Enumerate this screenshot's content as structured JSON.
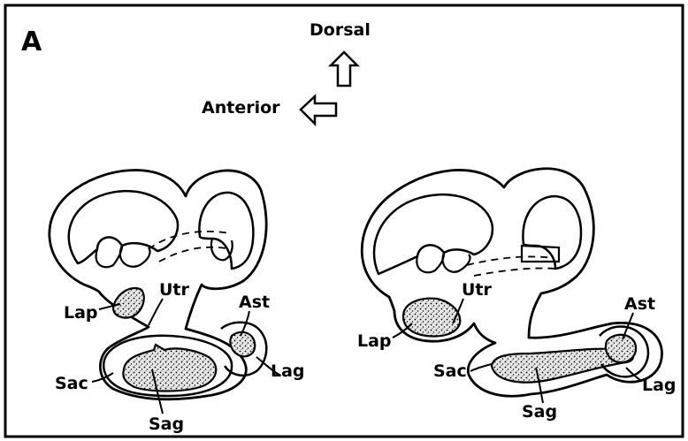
{
  "panel_label": "A",
  "orientation": {
    "dorsal": "Dorsal",
    "anterior": "Anterior"
  },
  "left_ear": {
    "lap": "Lap",
    "utr": "Utr",
    "ast": "Ast",
    "sac": "Sac",
    "lag": "Lag",
    "sag": "Sag"
  },
  "right_ear": {
    "lap": "Lap",
    "utr": "Utr",
    "ast": "Ast",
    "sac": "Sac",
    "lag": "Lag",
    "sag": "Sag"
  },
  "colors": {
    "ink": "#000000",
    "paper": "#ffffff"
  }
}
